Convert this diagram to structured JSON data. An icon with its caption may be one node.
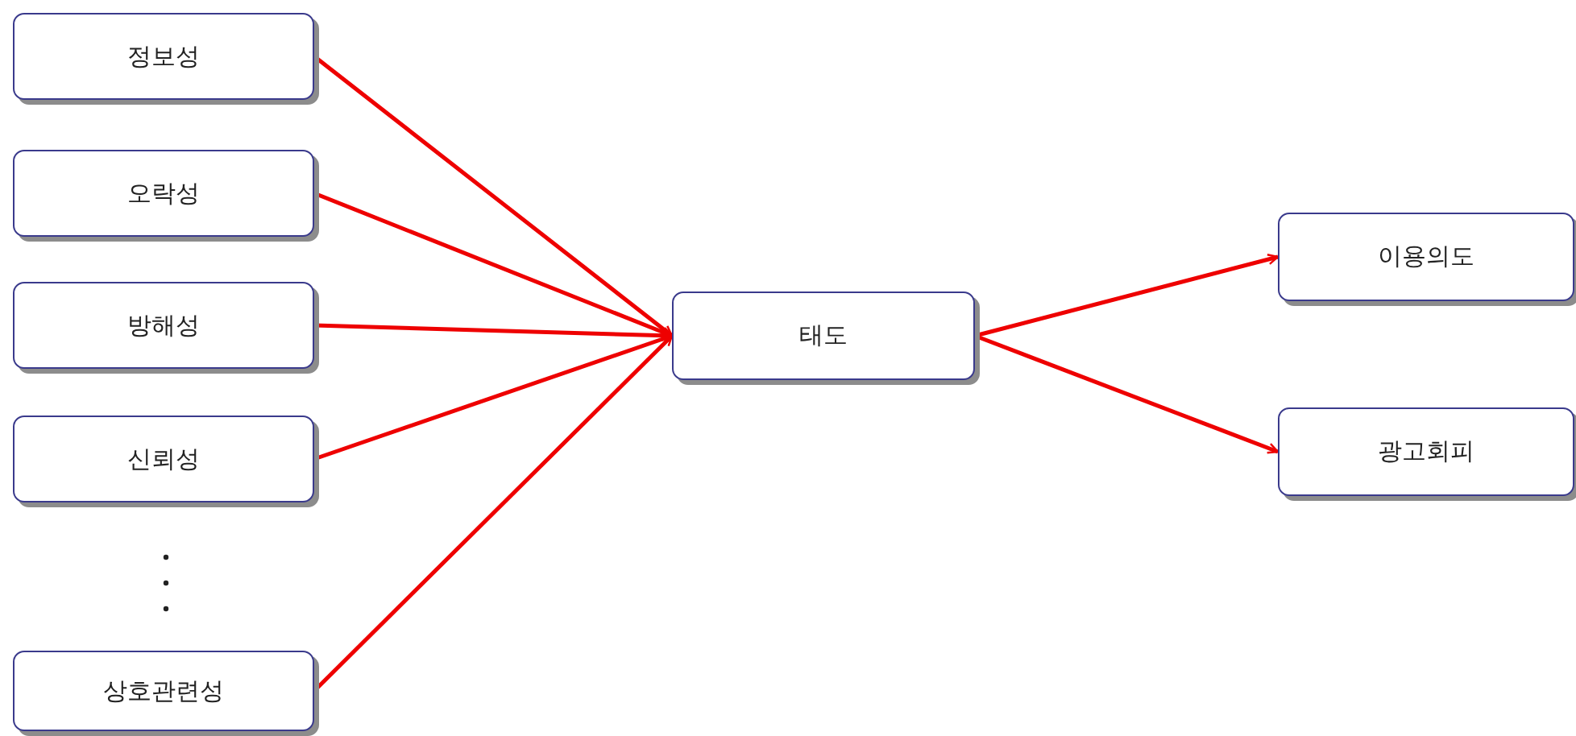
{
  "diagram": {
    "nodes": [
      {
        "text": [
          "정보성"
        ]
      },
      {
        "text": [
          "오락성"
        ]
      },
      {
        "text": [
          "방해성"
        ]
      },
      {
        "text": [
          "신뢰성"
        ]
      },
      {
        "text": [
          "상호관련성"
        ]
      },
      {
        "text": [
          "태도"
        ]
      },
      {
        "text": [
          "이용의도"
        ]
      },
      {
        "text": [
          "광고회피"
        ]
      }
    ],
    "edges": [
      {
        "from": 0,
        "to": 5,
        "arrow": "to"
      },
      {
        "from": 1,
        "to": 5,
        "arrow": "to"
      },
      {
        "from": 2,
        "to": 5,
        "arrow": "to"
      },
      {
        "from": 3,
        "to": 5,
        "arrow": "to"
      },
      {
        "from": 4,
        "to": 5,
        "arrow": "to"
      },
      {
        "from": 5,
        "to": 6,
        "arrow": "to"
      },
      {
        "from": 5,
        "to": 7,
        "arrow": "to"
      }
    ]
  }
}
